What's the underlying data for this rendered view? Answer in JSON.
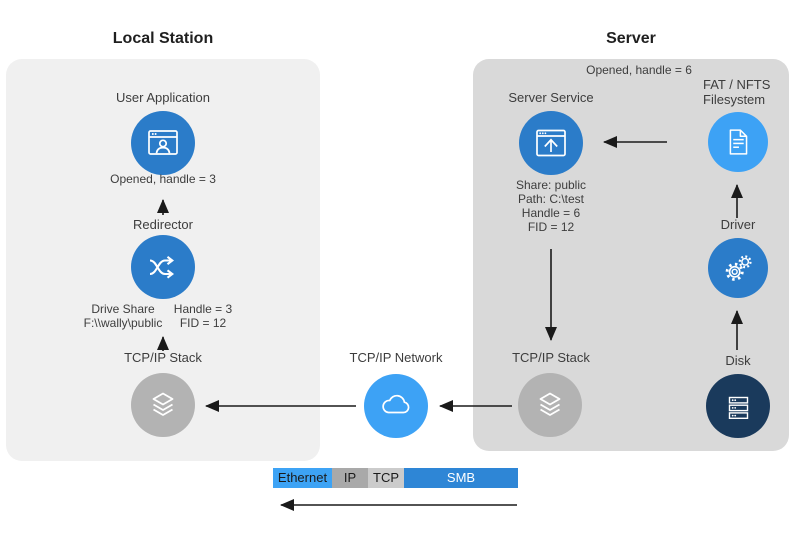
{
  "colors": {
    "node_blue": "#2b7cc9",
    "node_light_blue": "#3da2f5",
    "node_gray": "#b3b3b3",
    "node_navy": "#1a3a5c",
    "panel_local_bg": "#f0f0f0",
    "panel_server_bg": "#d9d9d9",
    "arrow": "#1a1a1a",
    "legend_ethernet": "#3da3f5",
    "legend_ip": "#a9a9a9",
    "legend_tcp": "#cbcbcb",
    "legend_smb": "#2e86d6"
  },
  "local_station": {
    "title": "Local Station",
    "user_application": {
      "label": "User Application",
      "status": "Opened, handle = 3"
    },
    "redirector": {
      "label": "Redirector",
      "drive_share_line1": "Drive Share",
      "drive_share_line2": "F:\\\\wally\\public",
      "handle_line1": "Handle = 3",
      "handle_line2": "FID = 12"
    },
    "tcpip_stack": {
      "label": "TCP/IP Stack"
    }
  },
  "network": {
    "tcpip_network": {
      "label": "TCP/IP Network"
    }
  },
  "server": {
    "title": "Server",
    "status_top": "Opened, handle = 6",
    "server_service": {
      "label": "Server Service",
      "note_line1": "Share: public",
      "note_line2": "Path: C:\\test",
      "note_line3": "Handle = 6",
      "note_line4": "FID = 12"
    },
    "filesystem": {
      "label_line1": "FAT / NFTS",
      "label_line2": "Filesystem"
    },
    "driver": {
      "label": "Driver"
    },
    "tcpip_stack": {
      "label": "TCP/IP Stack"
    },
    "disk": {
      "label": "Disk"
    }
  },
  "legend": {
    "segments": [
      {
        "label": "Ethernet",
        "color": "#3da3f5"
      },
      {
        "label": "IP",
        "color": "#a9a9a9"
      },
      {
        "label": "TCP",
        "color": "#cbcbcb"
      },
      {
        "label": "SMB",
        "color": "#2e86d6"
      }
    ]
  },
  "icons": {
    "user_application": "app-window-user-icon",
    "redirector": "crossed-arrows-icon",
    "tcpip_stack": "layers-icon",
    "tcpip_network": "cloud-icon",
    "server_service": "app-window-upload-icon",
    "filesystem": "document-icon",
    "driver": "gears-icon",
    "disk": "server-rack-icon"
  }
}
